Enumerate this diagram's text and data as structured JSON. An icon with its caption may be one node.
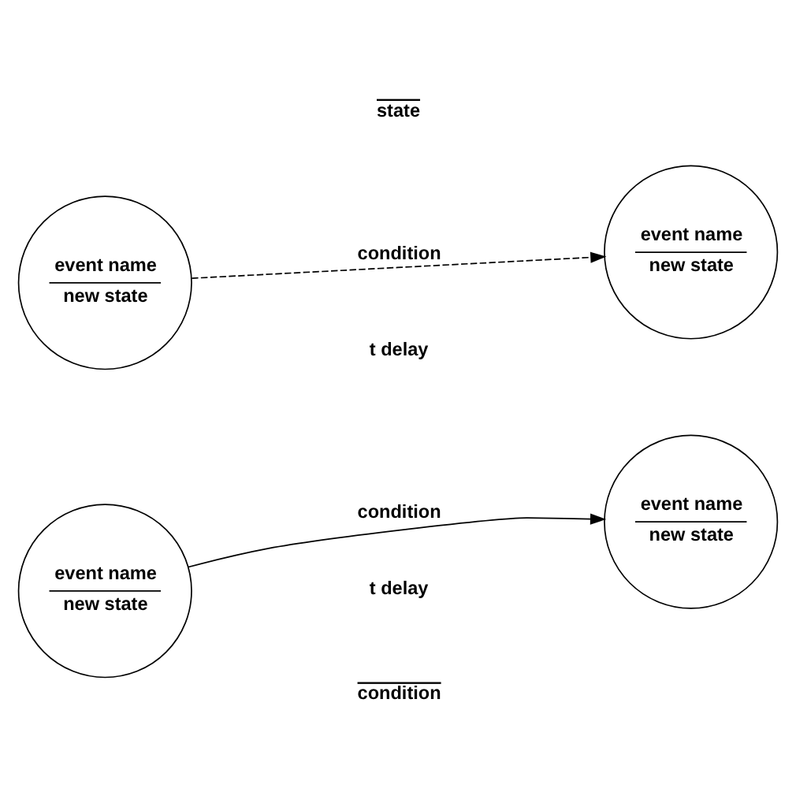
{
  "diagram": {
    "nodes": [
      {
        "text": [
          "event name",
          "new state"
        ]
      },
      {
        "text": [
          "event name",
          "new state"
        ]
      },
      {
        "text": [
          "event name",
          "new state"
        ]
      },
      {
        "text": [
          "event name",
          "new state"
        ]
      }
    ],
    "edges": [
      {
        "from": 0,
        "to": 1,
        "arrow": "to",
        "label": "condition"
      },
      {
        "from": 2,
        "to": 3,
        "arrow": "to",
        "label": "condition",
        "style": "dashed"
      }
    ],
    "labels": [
      "t delay",
      "condition",
      "state",
      "t delay"
    ]
  }
}
